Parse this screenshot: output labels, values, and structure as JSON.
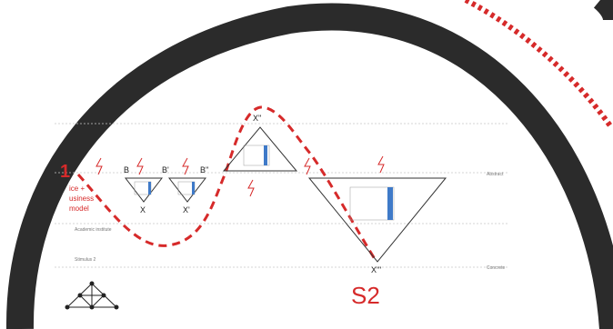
{
  "colors": {
    "ring": "#2b2b2b",
    "accent_red": "#d62a2a",
    "dashed_red": "#d62a2a",
    "guide_line": "#c8c8c8",
    "triangle": "#333333",
    "block_blue": "#3f7ac8"
  },
  "left_label": {
    "number": "1",
    "line1": "ice +",
    "line2": "usiness",
    "line3": "model"
  },
  "guide_labels": {
    "abstract": "Abstract",
    "concrete": "Concrete",
    "academic": "Academic institute",
    "stimulus": "Stimulus 2"
  },
  "nodes": {
    "b": "B",
    "b1": "B'",
    "b2": "B''",
    "x": "X",
    "x1": "X'",
    "x2": "X''",
    "x3": "X'''"
  },
  "s2": "S2",
  "icons": {
    "spark": "lightning-icon",
    "network": "network-diagram-icon"
  }
}
